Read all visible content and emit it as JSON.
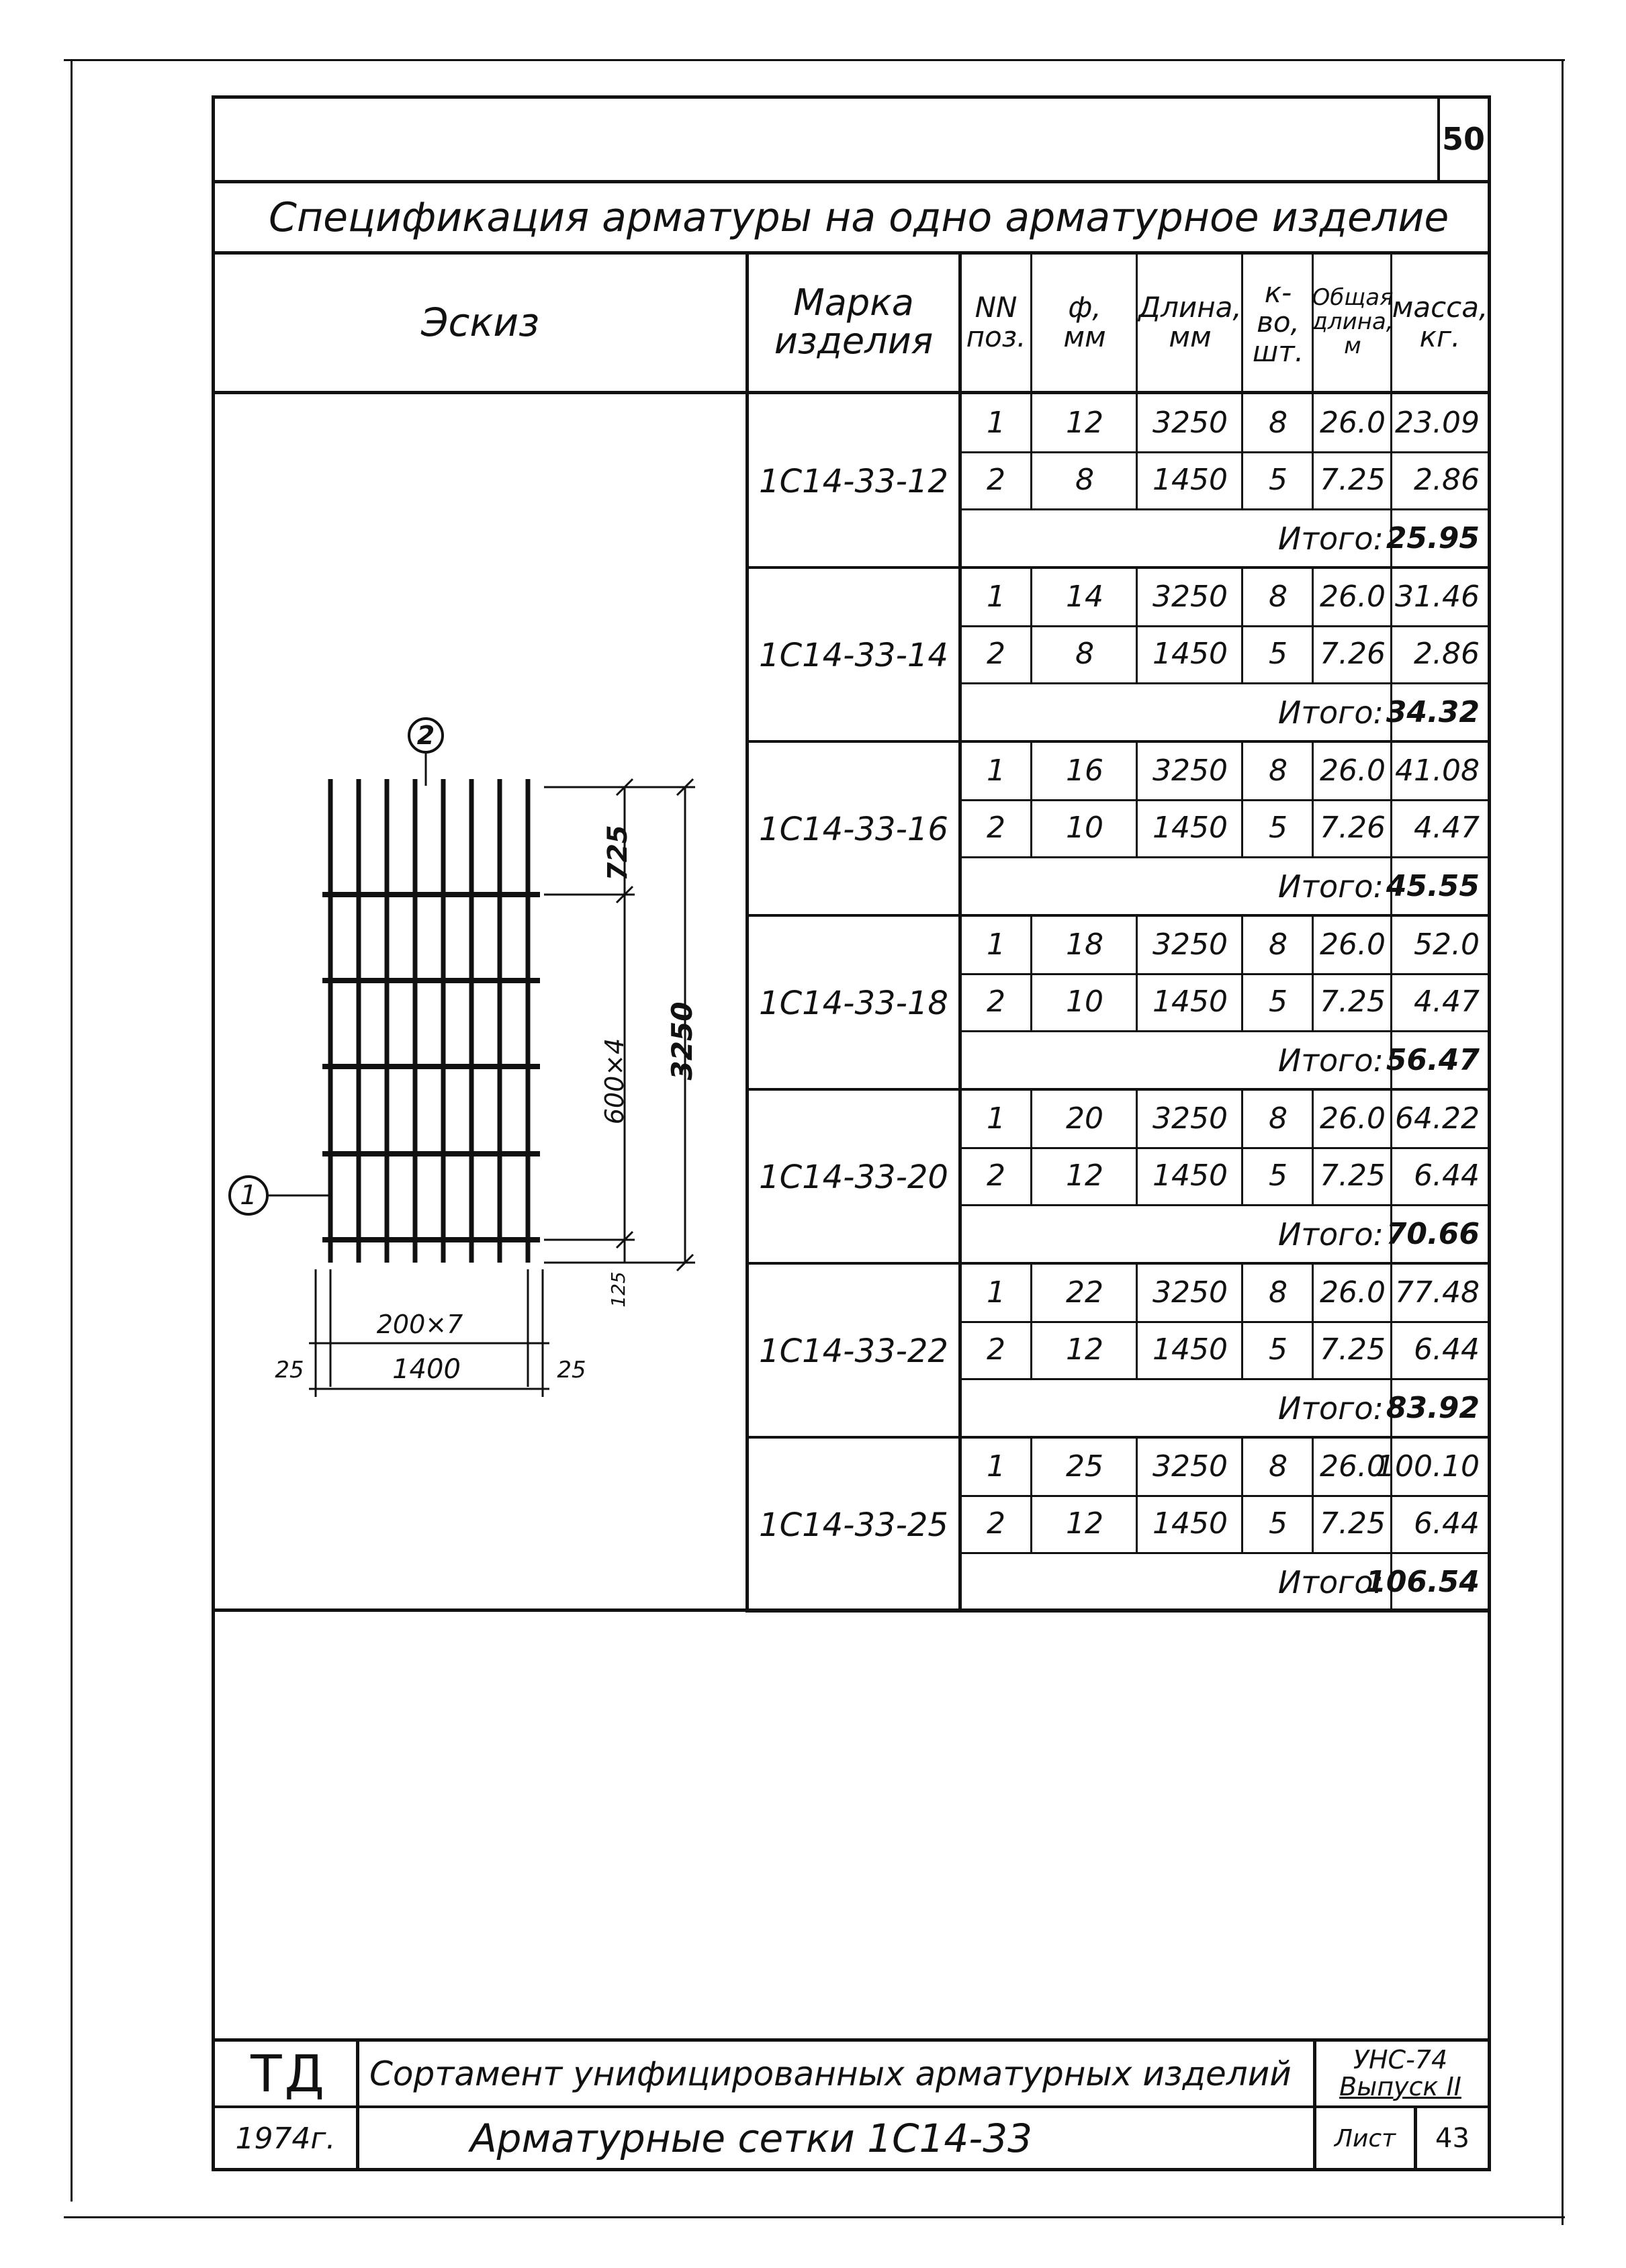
{
  "page_number": "50",
  "title": "Спецификация арматуры на одно арматурное изделие",
  "headers": {
    "sketch": "Эскиз",
    "mark_line1": "Марка",
    "mark_line2": "изделия",
    "pos_line1": "NN",
    "pos_line2": "поз.",
    "dia_line1": "ф,",
    "dia_line2": "мм",
    "len_line1": "Длина,",
    "len_line2": "мм",
    "qty_line1": "к-во,",
    "qty_line2": "шт.",
    "total_len_line1": "Общая",
    "total_len_line2": "длина,",
    "total_len_line3": "м",
    "mass_line1": "масса,",
    "mass_line2": "кг."
  },
  "products": [
    {
      "mark": "1С14-33-12",
      "rows": [
        {
          "pos": "1",
          "dia": "12",
          "len": "3250",
          "qty": "8",
          "total_len": "26.0",
          "mass": "23.09"
        },
        {
          "pos": "2",
          "dia": "8",
          "len": "1450",
          "qty": "5",
          "total_len": "7.25",
          "mass": "2.86"
        }
      ],
      "total_label": "Итого:",
      "total": "25.95"
    },
    {
      "mark": "1С14-33-14",
      "rows": [
        {
          "pos": "1",
          "dia": "14",
          "len": "3250",
          "qty": "8",
          "total_len": "26.0",
          "mass": "31.46"
        },
        {
          "pos": "2",
          "dia": "8",
          "len": "1450",
          "qty": "5",
          "total_len": "7.26",
          "mass": "2.86"
        }
      ],
      "total_label": "Итого:",
      "total": "34.32"
    },
    {
      "mark": "1С14-33-16",
      "rows": [
        {
          "pos": "1",
          "dia": "16",
          "len": "3250",
          "qty": "8",
          "total_len": "26.0",
          "mass": "41.08"
        },
        {
          "pos": "2",
          "dia": "10",
          "len": "1450",
          "qty": "5",
          "total_len": "7.26",
          "mass": "4.47"
        }
      ],
      "total_label": "Итого:",
      "total": "45.55"
    },
    {
      "mark": "1С14-33-18",
      "rows": [
        {
          "pos": "1",
          "dia": "18",
          "len": "3250",
          "qty": "8",
          "total_len": "26.0",
          "mass": "52.0"
        },
        {
          "pos": "2",
          "dia": "10",
          "len": "1450",
          "qty": "5",
          "total_len": "7.25",
          "mass": "4.47"
        }
      ],
      "total_label": "Итого:",
      "total": "56.47"
    },
    {
      "mark": "1С14-33-20",
      "rows": [
        {
          "pos": "1",
          "dia": "20",
          "len": "3250",
          "qty": "8",
          "total_len": "26.0",
          "mass": "64.22"
        },
        {
          "pos": "2",
          "dia": "12",
          "len": "1450",
          "qty": "5",
          "total_len": "7.25",
          "mass": "6.44"
        }
      ],
      "total_label": "Итого:",
      "total": "70.66"
    },
    {
      "mark": "1С14-33-22",
      "rows": [
        {
          "pos": "1",
          "dia": "22",
          "len": "3250",
          "qty": "8",
          "total_len": "26.0",
          "mass": "77.48"
        },
        {
          "pos": "2",
          "dia": "12",
          "len": "1450",
          "qty": "5",
          "total_len": "7.25",
          "mass": "6.44"
        }
      ],
      "total_label": "Итого:",
      "total": "83.92"
    },
    {
      "mark": "1С14-33-25",
      "rows": [
        {
          "pos": "1",
          "dia": "25",
          "len": "3250",
          "qty": "8",
          "total_len": "26.0",
          "mass": "100.10"
        },
        {
          "pos": "2",
          "dia": "12",
          "len": "1450",
          "qty": "5",
          "total_len": "7.25",
          "mass": "6.44"
        }
      ],
      "total_label": "Итого:",
      "total": "106.54"
    }
  ],
  "drawing": {
    "pos1_label": "1",
    "pos2_label": "2",
    "dim_top": "725",
    "dim_middle": "600×4",
    "dim_overall": "3250",
    "dim_bottom": "125",
    "dim_spacing": "200×7",
    "dim_left_margin": "25",
    "dim_right_margin": "25",
    "dim_width": "1400"
  },
  "title_block": {
    "logo": "ТД",
    "year": "1974г.",
    "series_title": "Сортамент унифицированных арматурных изделий",
    "sheet_title": "Арматурные сетки 1С14-33",
    "code_line1": "УНС-74",
    "code_line2": "Выпуск II",
    "sheet_label": "Лист",
    "sheet_number": "43"
  }
}
